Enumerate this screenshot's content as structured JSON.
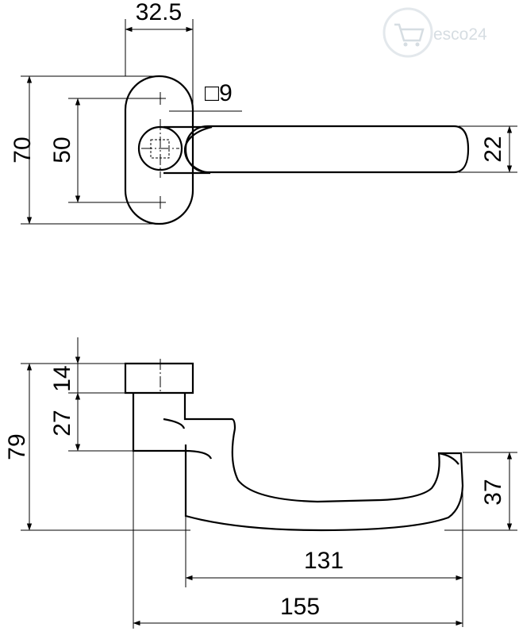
{
  "watermark": {
    "text": "esco24",
    "icon": "shopping-cart-icon",
    "color": "#d6dde2"
  },
  "top_view": {
    "width_label": "32.5",
    "square_label": "□9",
    "rose_height_label": "70",
    "hole_spacing_label": "50",
    "lever_diameter_label": "22"
  },
  "side_view": {
    "total_height_label": "79",
    "neck_label": "14",
    "base_label": "27",
    "grip_drop_label": "37",
    "lever_length_label": "131",
    "total_length_label": "155"
  }
}
